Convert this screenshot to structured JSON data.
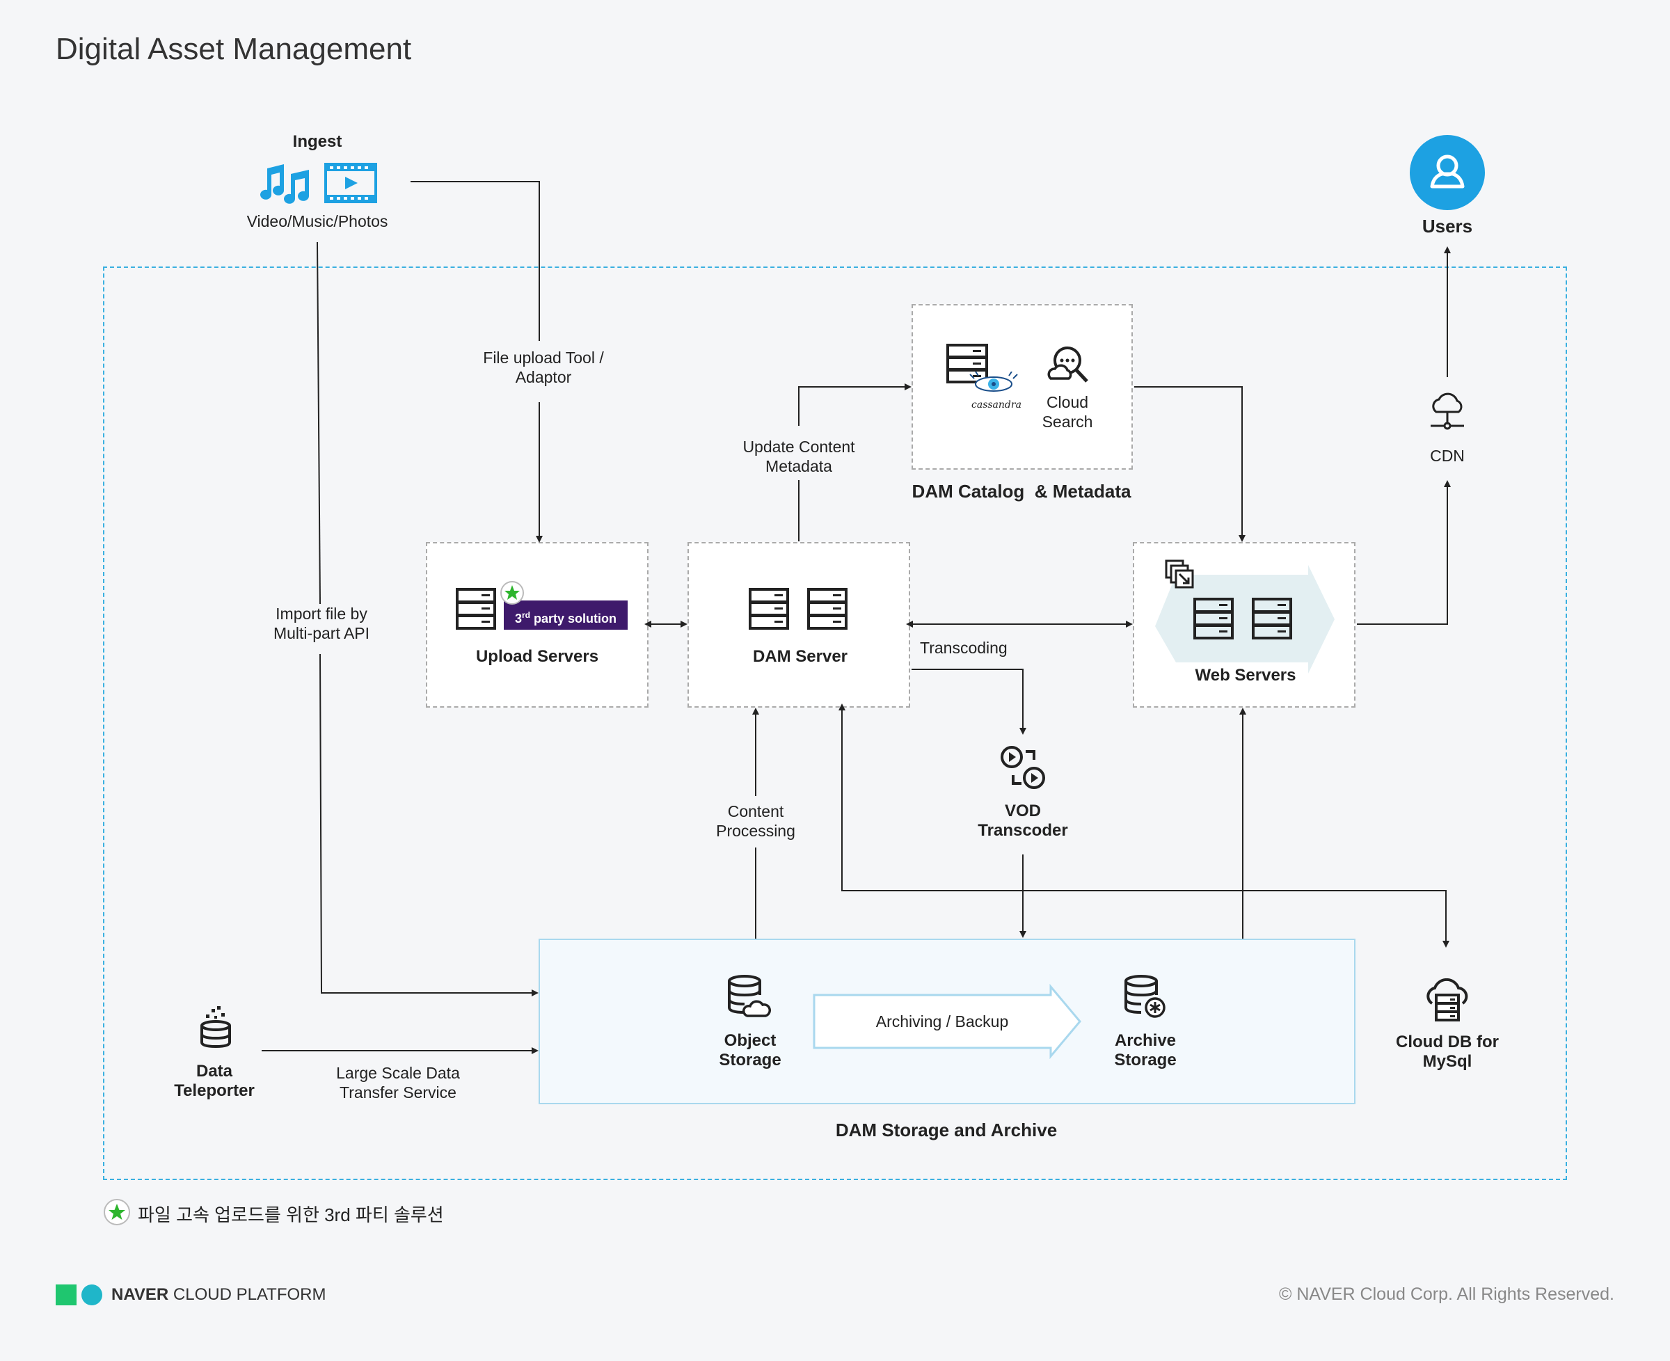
{
  "title": "Digital Asset Management",
  "ingest": {
    "title": "Ingest",
    "caption": "Video/Music/Photos"
  },
  "users": "Users",
  "cdn": "CDN",
  "catalog": {
    "cassandra": "cassandra",
    "cloud_search": [
      "Cloud",
      "Search"
    ],
    "title": "DAM Catalog  & Metadata"
  },
  "upload": {
    "badge": "party solution",
    "badge_sup": "rd",
    "badge_num": "3",
    "title": "Upload Servers"
  },
  "dam_server": "DAM Server",
  "web_servers": "Web Servers",
  "edges": {
    "file_upload": [
      "File upload Tool /",
      "Adaptor"
    ],
    "update_meta": [
      "Update Content",
      "Metadata"
    ],
    "import_file": [
      "Import file by",
      "Multi-part API"
    ],
    "transcoding": "Transcoding",
    "content_proc": [
      "Content",
      "Processing"
    ],
    "large_scale": [
      "Large Scale Data",
      "Transfer Service"
    ],
    "archiving": "Archiving / Backup"
  },
  "vod": [
    "VOD",
    "Transcoder"
  ],
  "object_storage": [
    "Object",
    "Storage"
  ],
  "archive_storage": [
    "Archive",
    "Storage"
  ],
  "storage_title": "DAM Storage and Archive",
  "teleporter": [
    "Data",
    "Teleporter"
  ],
  "cloud_db": [
    "Cloud DB for",
    "MySql"
  ],
  "legend": "파일 고속 업로드를 위한 3rd 파티 솔루션",
  "footer": {
    "brand_bold": "NAVER",
    "brand_rest": " CLOUD PLATFORM",
    "copyright": "© NAVER Cloud Corp. All Rights Reserved."
  },
  "colors": {
    "accent": "#1da1e2",
    "badge": "#3e1a6b",
    "star": "#2db52d",
    "storage_bg": "#f3f9fd",
    "storage_border": "#a9d8ee"
  }
}
